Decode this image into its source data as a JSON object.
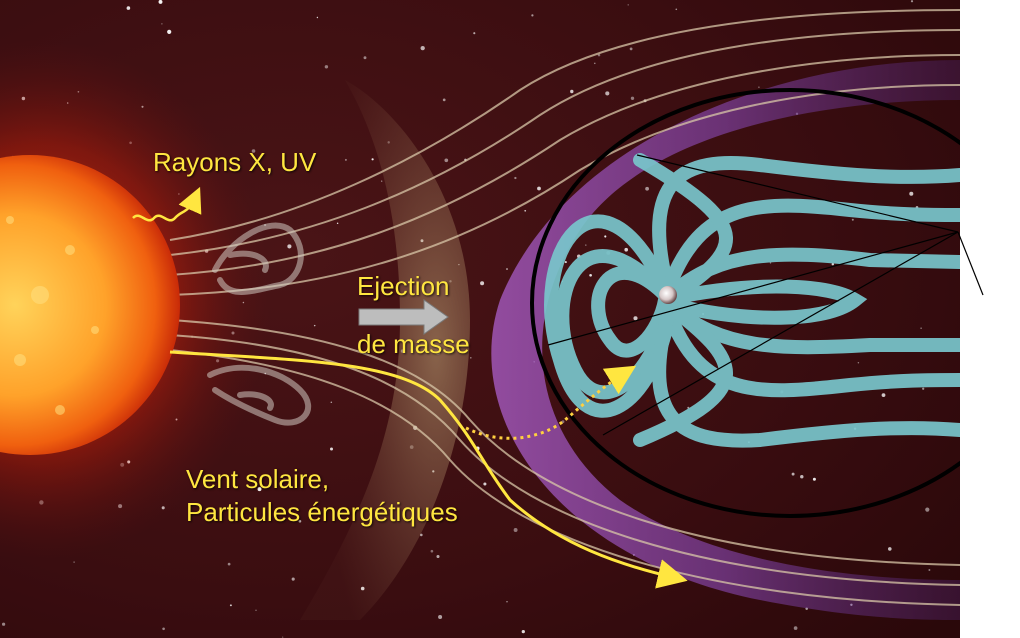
{
  "labels": {
    "xray_uv": "Rayons X, UV",
    "ejection_line1": "Ejection",
    "ejection_line2": "de masse",
    "wind_line1": "Vent solaire,",
    "wind_line2": "Particules énergétiques"
  },
  "colors": {
    "space_background": "#3a0d10",
    "sun_core": "#ffb23a",
    "sun_edge": "#d52a08",
    "label_yellow": "#ffe640",
    "magnetosheath_purple": "#9a4fb5",
    "magnetic_field_cyan": "#79c6cc",
    "cme_cloud": "#c9c2b8",
    "ellipse_outline": "#000000",
    "ejection_arrow": "#bfbfbf"
  },
  "icons": [
    "sun",
    "earth",
    "wavy-arrow",
    "ejection-arrow",
    "solar-wind-arrow",
    "dotted-arrow"
  ]
}
